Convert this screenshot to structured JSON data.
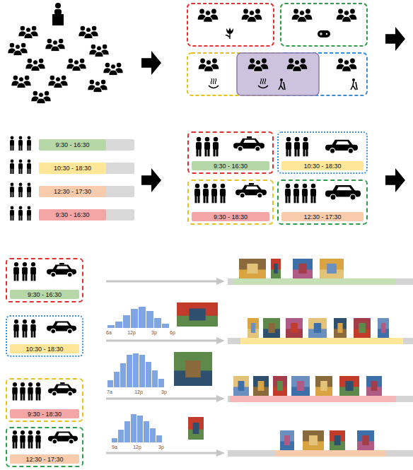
{
  "diagram": {
    "nodes": [
      {
        "text": [
          "9:30 - 16:30"
        ]
      },
      {
        "text": [
          "10:30 - 18:30"
        ]
      },
      {
        "text": [
          "12:30 - 17:30"
        ]
      },
      {
        "text": [
          "9:30 - 16:30"
        ]
      },
      {
        "text": [
          "9:30 - 16:30"
        ]
      },
      {
        "text": [
          "10:30 - 18:30"
        ]
      },
      {
        "text": [
          "9:30 - 18:30"
        ]
      },
      {
        "text": [
          "12:30 - 17:30"
        ]
      },
      {
        "text": [
          "9:30 - 16:30"
        ]
      },
      {
        "text": [
          "10:30 - 18:30"
        ]
      },
      {
        "text": [
          "9:30 - 18:30"
        ]
      },
      {
        "text": [
          "12:30 - 17:30"
        ]
      }
    ],
    "labels": [
      "6a",
      "12p",
      "3p",
      "6p",
      "7a",
      "12p",
      "3p",
      "9a",
      "12p",
      "3p"
    ]
  }
}
